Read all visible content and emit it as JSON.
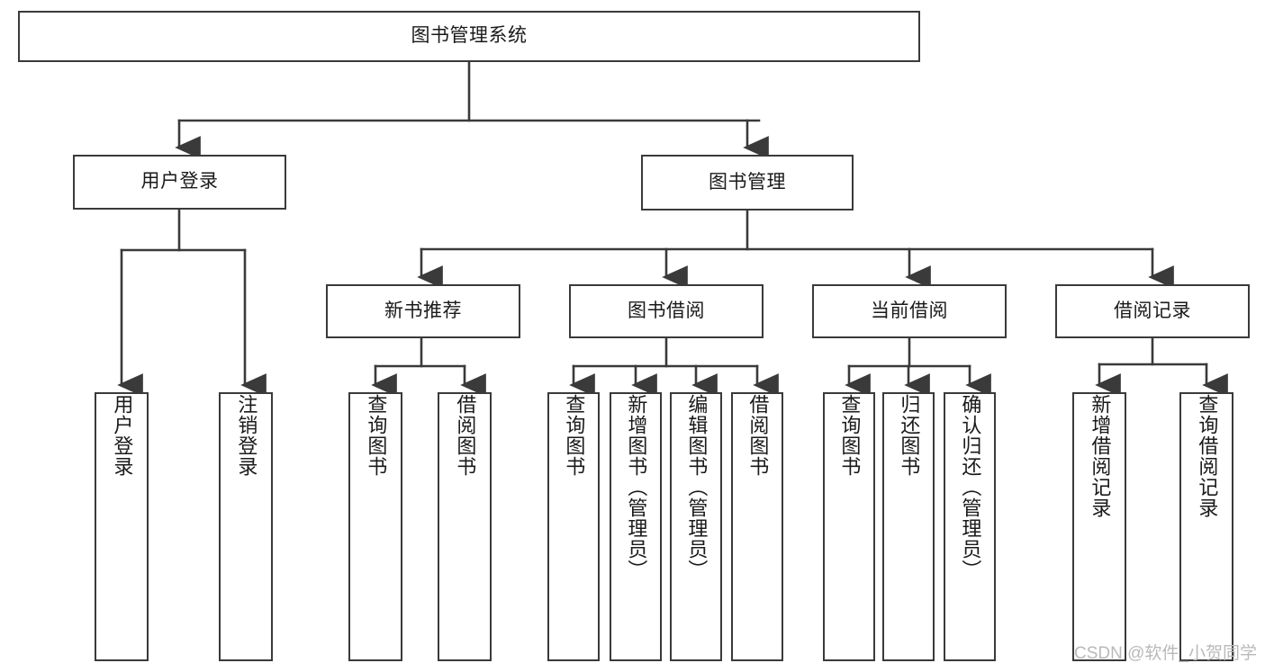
{
  "diagram": {
    "type": "tree-hierarchy-diagram",
    "title": "图书管理系统",
    "colors": {
      "stroke": "#3a3a3a",
      "box_fill": "#ffffff",
      "text": "#1a1a1a",
      "background": "#ffffff",
      "watermark": "#b9b9b9"
    },
    "root": {
      "label": "图书管理系统",
      "name": "root-book-management-system"
    },
    "level2": [
      {
        "label": "用户登录",
        "name": "node-user-login"
      },
      {
        "label": "图书管理",
        "name": "node-book-management"
      }
    ],
    "level3": [
      {
        "label": "新书推荐",
        "name": "node-new-book-recommend"
      },
      {
        "label": "图书借阅",
        "name": "node-book-borrow"
      },
      {
        "label": "当前借阅",
        "name": "node-current-borrow"
      },
      {
        "label": "借阅记录",
        "name": "node-borrow-records"
      }
    ],
    "leaves": {
      "user_login": [
        {
          "label": "用户登录",
          "name": "leaf-user-login"
        },
        {
          "label": "注销登录",
          "name": "leaf-logout"
        }
      ],
      "new_book_recommend": [
        {
          "label": "查询图书",
          "name": "leaf-query-books-1"
        },
        {
          "label": "借阅图书",
          "name": "leaf-borrow-books-1"
        }
      ],
      "book_borrow": [
        {
          "label": "查询图书",
          "name": "leaf-query-books-2"
        },
        {
          "label": "新增图书（管理员）",
          "name": "leaf-add-book-admin"
        },
        {
          "label": "编辑图书（管理员）",
          "name": "leaf-edit-book-admin"
        },
        {
          "label": "借阅图书",
          "name": "leaf-borrow-books-2"
        }
      ],
      "current_borrow": [
        {
          "label": "查询图书",
          "name": "leaf-query-books-3"
        },
        {
          "label": "归还图书",
          "name": "leaf-return-books"
        },
        {
          "label": "确认归还（管理员）",
          "name": "leaf-confirm-return-admin"
        }
      ],
      "borrow_records": [
        {
          "label": "新增借阅记录",
          "name": "leaf-add-borrow-record"
        },
        {
          "label": "查询借阅记录",
          "name": "leaf-query-borrow-record"
        }
      ]
    },
    "watermark": "CSDN @软件_小贺同学"
  }
}
